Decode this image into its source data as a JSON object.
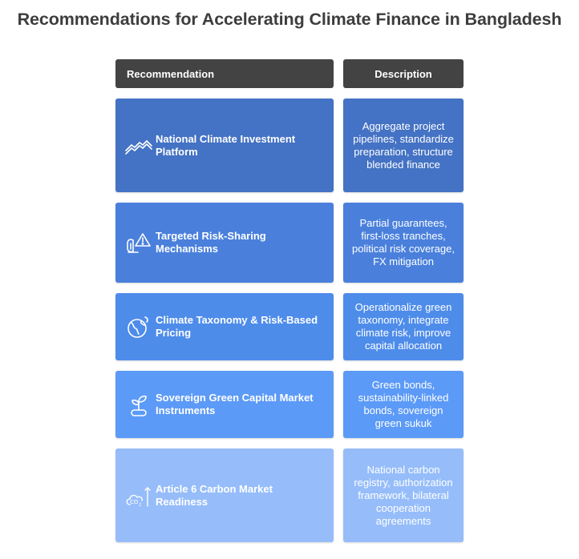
{
  "title": "Recommendations for Accelerating Climate Finance in Bangladesh",
  "headers": {
    "recommendation": "Recommendation",
    "description": "Description"
  },
  "rows": [
    {
      "recommendation": "National Climate Investment Platform",
      "description": "Aggregate project pipelines, standardize preparation, structure blended finance",
      "icon": "handshake-icon",
      "color": "#4472C4"
    },
    {
      "recommendation": "Targeted Risk-Sharing Mechanisms",
      "description": "Partial guarantees, first-loss tranches, political risk coverage, FX mitigation",
      "icon": "risk-shield-icon",
      "color": "#4A80DC"
    },
    {
      "recommendation": "Climate Taxonomy & Risk-Based Pricing",
      "description": "Operationalize green taxonomy, integrate climate risk, improve capital allocation",
      "icon": "globe-icon",
      "color": "#4E8CEA"
    },
    {
      "recommendation": "Sovereign Green Capital Market Instruments",
      "description": "Green bonds, sustainability-linked bonds, sovereign green sukuk",
      "icon": "sprout-icon",
      "color": "#5C9AF7"
    },
    {
      "recommendation": "Article 6 Carbon Market Readiness",
      "description": "National carbon registry, authorization framework, bilateral cooperation agreements",
      "icon": "co2-icon",
      "color": "#96BDFA"
    }
  ]
}
